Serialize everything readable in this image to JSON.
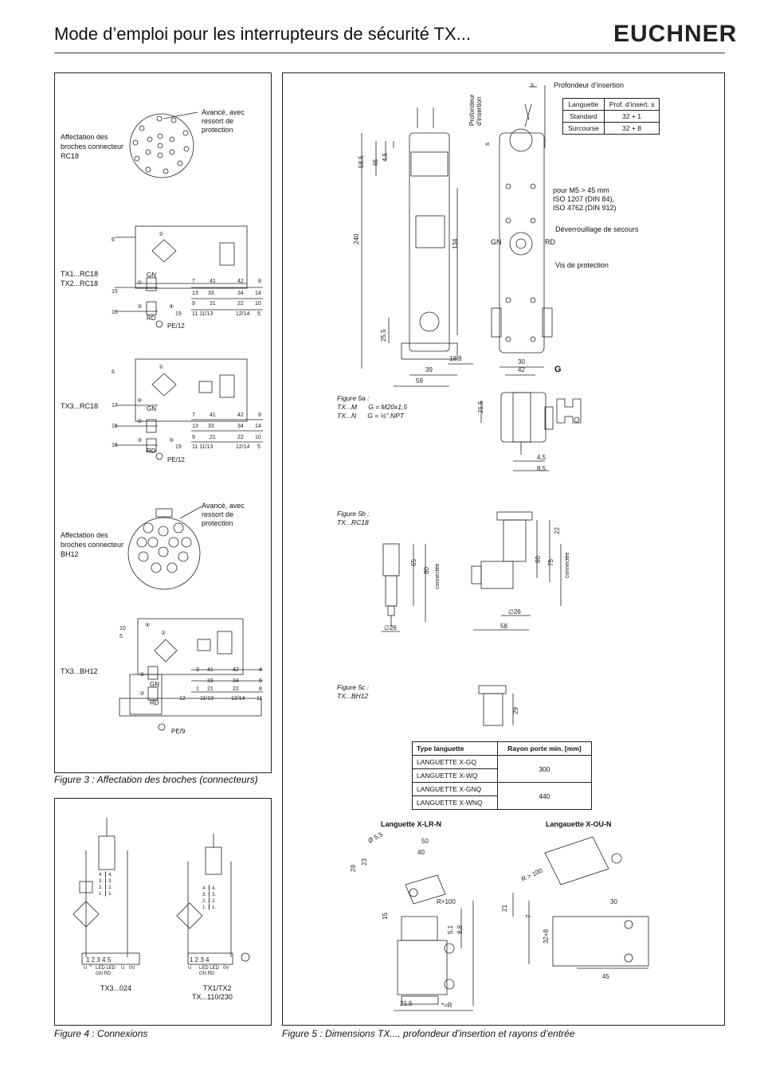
{
  "header": {
    "title": "Mode d’emploi pour les interrupteurs de sécurité TX...",
    "logo": "EUCHNER"
  },
  "fig3": {
    "caption": "Figure 3 : Affectation des broches (connecteurs)",
    "rc18_pin_label": "Affectation des broches connecteur RC18",
    "rc18_note": "Avancé, avec ressort de protection",
    "tx12_label": "TX1...RC18 TX2...RC18",
    "tx3rc18_label": "TX3...RC18",
    "bh12_pin_label": "Affectation des broches connecteur BH12",
    "bh12_note": "Avancé, avec ressort de protection",
    "tx3bh12_label": "TX3...BH12",
    "gn": "GN",
    "rd": "RD",
    "pe12": "PE/12",
    "pe9": "PE/9"
  },
  "fig4": {
    "caption": "Figure 4 : Connexions",
    "left_label": "TX3...024",
    "right_label_1": "TX1/TX2",
    "right_label_2": "TX...110/230"
  },
  "fig5": {
    "caption": "Figure 5 : Dimensions TX..., profondeur d’insertion et rayons d’entrée",
    "insertion_title": "Profondeur d’insertion",
    "insertion_vertical": "Profondeur d’insertion",
    "insertion_table": {
      "headers": [
        "Languette",
        "Prof. d’insert. s"
      ],
      "rows": [
        [
          "Standard",
          "32 + 1"
        ],
        [
          "Surcourse",
          "32 + 8"
        ]
      ]
    },
    "note_m5": "pour M5 > 45 mm",
    "note_iso1": "ISO 1207 (DIN 84),",
    "note_iso2": "ISO 4762 (DIN 912)",
    "deverrouillage": "Déverrouillage de secours",
    "vis": "Vis de protection",
    "gn": "GN",
    "rd": "RD",
    "g": "G",
    "fig5a": "Figure 5a :",
    "fig5a_m": "TX...M      G = M20x1,5",
    "fig5a_n": "TX...N      G = ½\" NPT",
    "fig5b": "Figure 5b :",
    "fig5b_sub": "TX...RC18",
    "fig5c": "Figure 5c :",
    "fig5c_sub": "TX...BH12",
    "connectee": "connectée",
    "radius_table": {
      "headers": [
        "Type languette",
        "Rayon porte min. [mm]"
      ],
      "rows": [
        [
          "LANGUETTE X-GQ",
          "300"
        ],
        [
          "LANGUETTE X-WQ",
          ""
        ],
        [
          "LANGUETTE X-GNQ",
          "440"
        ],
        [
          "LANGUETTE X-WNQ",
          ""
        ]
      ]
    },
    "tongue_lr": "Languette X-LR-N",
    "tongue_ou": "Langauette X-OU-N"
  }
}
